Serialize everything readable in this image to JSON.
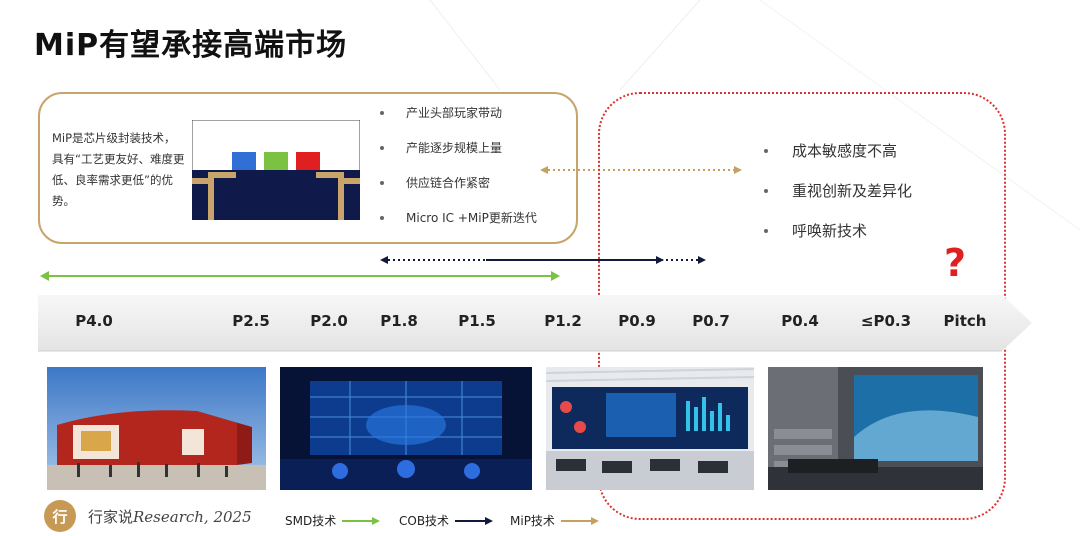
{
  "title": "MiP有望承接高端市场",
  "mip_description": "MiP是芯片级封装技术，具有“工艺更友好、难度更低、良率需求更低”的优势。",
  "mip_features": [
    "产业头部玩家带动",
    "产能逐步规模上量",
    "供应链合作紧密",
    "Micro IC +MiP更新迭代"
  ],
  "market_traits": [
    "成本敏感度不高",
    "重视创新及差异化",
    "呼唤新技术"
  ],
  "question_mark": "?",
  "pitch_scale": [
    "P4.0",
    "P2.5",
    "P2.0",
    "P1.8",
    "P1.5",
    "P1.2",
    "P0.9",
    "P0.7",
    "P0.4",
    "≤P0.3",
    "Pitch"
  ],
  "brand": {
    "logo_text": "行",
    "cn": "行家说",
    "en": "Research, 2025"
  },
  "legend": [
    {
      "label": "SMD技术",
      "color": "#7cc242"
    },
    {
      "label": "COB技术",
      "color": "#111a3d"
    },
    {
      "label": "MiP技术",
      "color": "#c6a060"
    }
  ],
  "colors": {
    "mip_box_border": "#c9a46a",
    "market_box_border": "#e0302e",
    "chip_rgb": [
      "#2f6fd6",
      "#7cc242",
      "#e02020"
    ],
    "chip_substrate": "#0f1a4a",
    "chip_leads": "#c9a46a"
  }
}
